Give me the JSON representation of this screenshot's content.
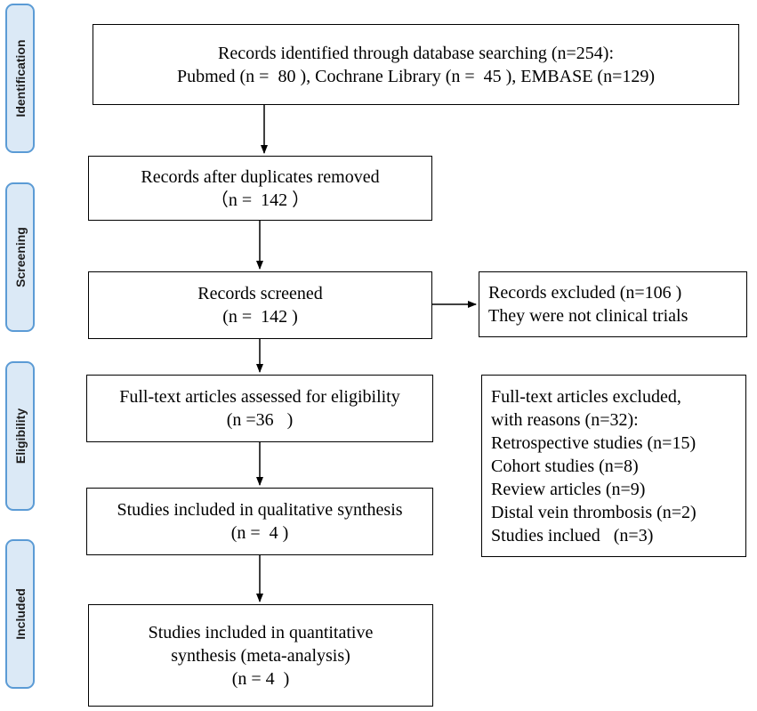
{
  "phases": {
    "identification": "Identification",
    "screening": "Screening",
    "eligibility": "Eligibility",
    "included": "Included"
  },
  "boxes": {
    "identified": {
      "line1": "Records identified through database searching (n=254):",
      "line2": "Pubmed (n =  80 ), Cochrane Library (n =  45 ), EMBASE (n=129)"
    },
    "duplicates_removed": {
      "line1": "Records after duplicates removed",
      "line2": "（n =  142 ）"
    },
    "screened": {
      "line1": "Records screened",
      "line2": "(n =  142 )"
    },
    "excluded": {
      "line1": "Records excluded (n=106 )",
      "line2": "They were not clinical trials"
    },
    "fulltext_assessed": {
      "line1": "Full-text articles assessed for eligibility",
      "line2": "(n =36   )"
    },
    "fulltext_excluded": {
      "line1": "Full-text articles excluded,",
      "line2": "with reasons (n=32):",
      "line3": "Retrospective studies (n=15)",
      "line4": "Cohort studies (n=8)",
      "line5": "Review articles (n=9)",
      "line6": "Distal vein thrombosis (n=2)",
      "line7": "Studies inclued   (n=3)"
    },
    "qualitative": {
      "line1": "Studies included in qualitative synthesis",
      "line2": "(n =  4 )"
    },
    "quantitative": {
      "line1": "Studies included in quantitative",
      "line2": "synthesis (meta-analysis)",
      "line3": "(n = 4  )"
    }
  }
}
